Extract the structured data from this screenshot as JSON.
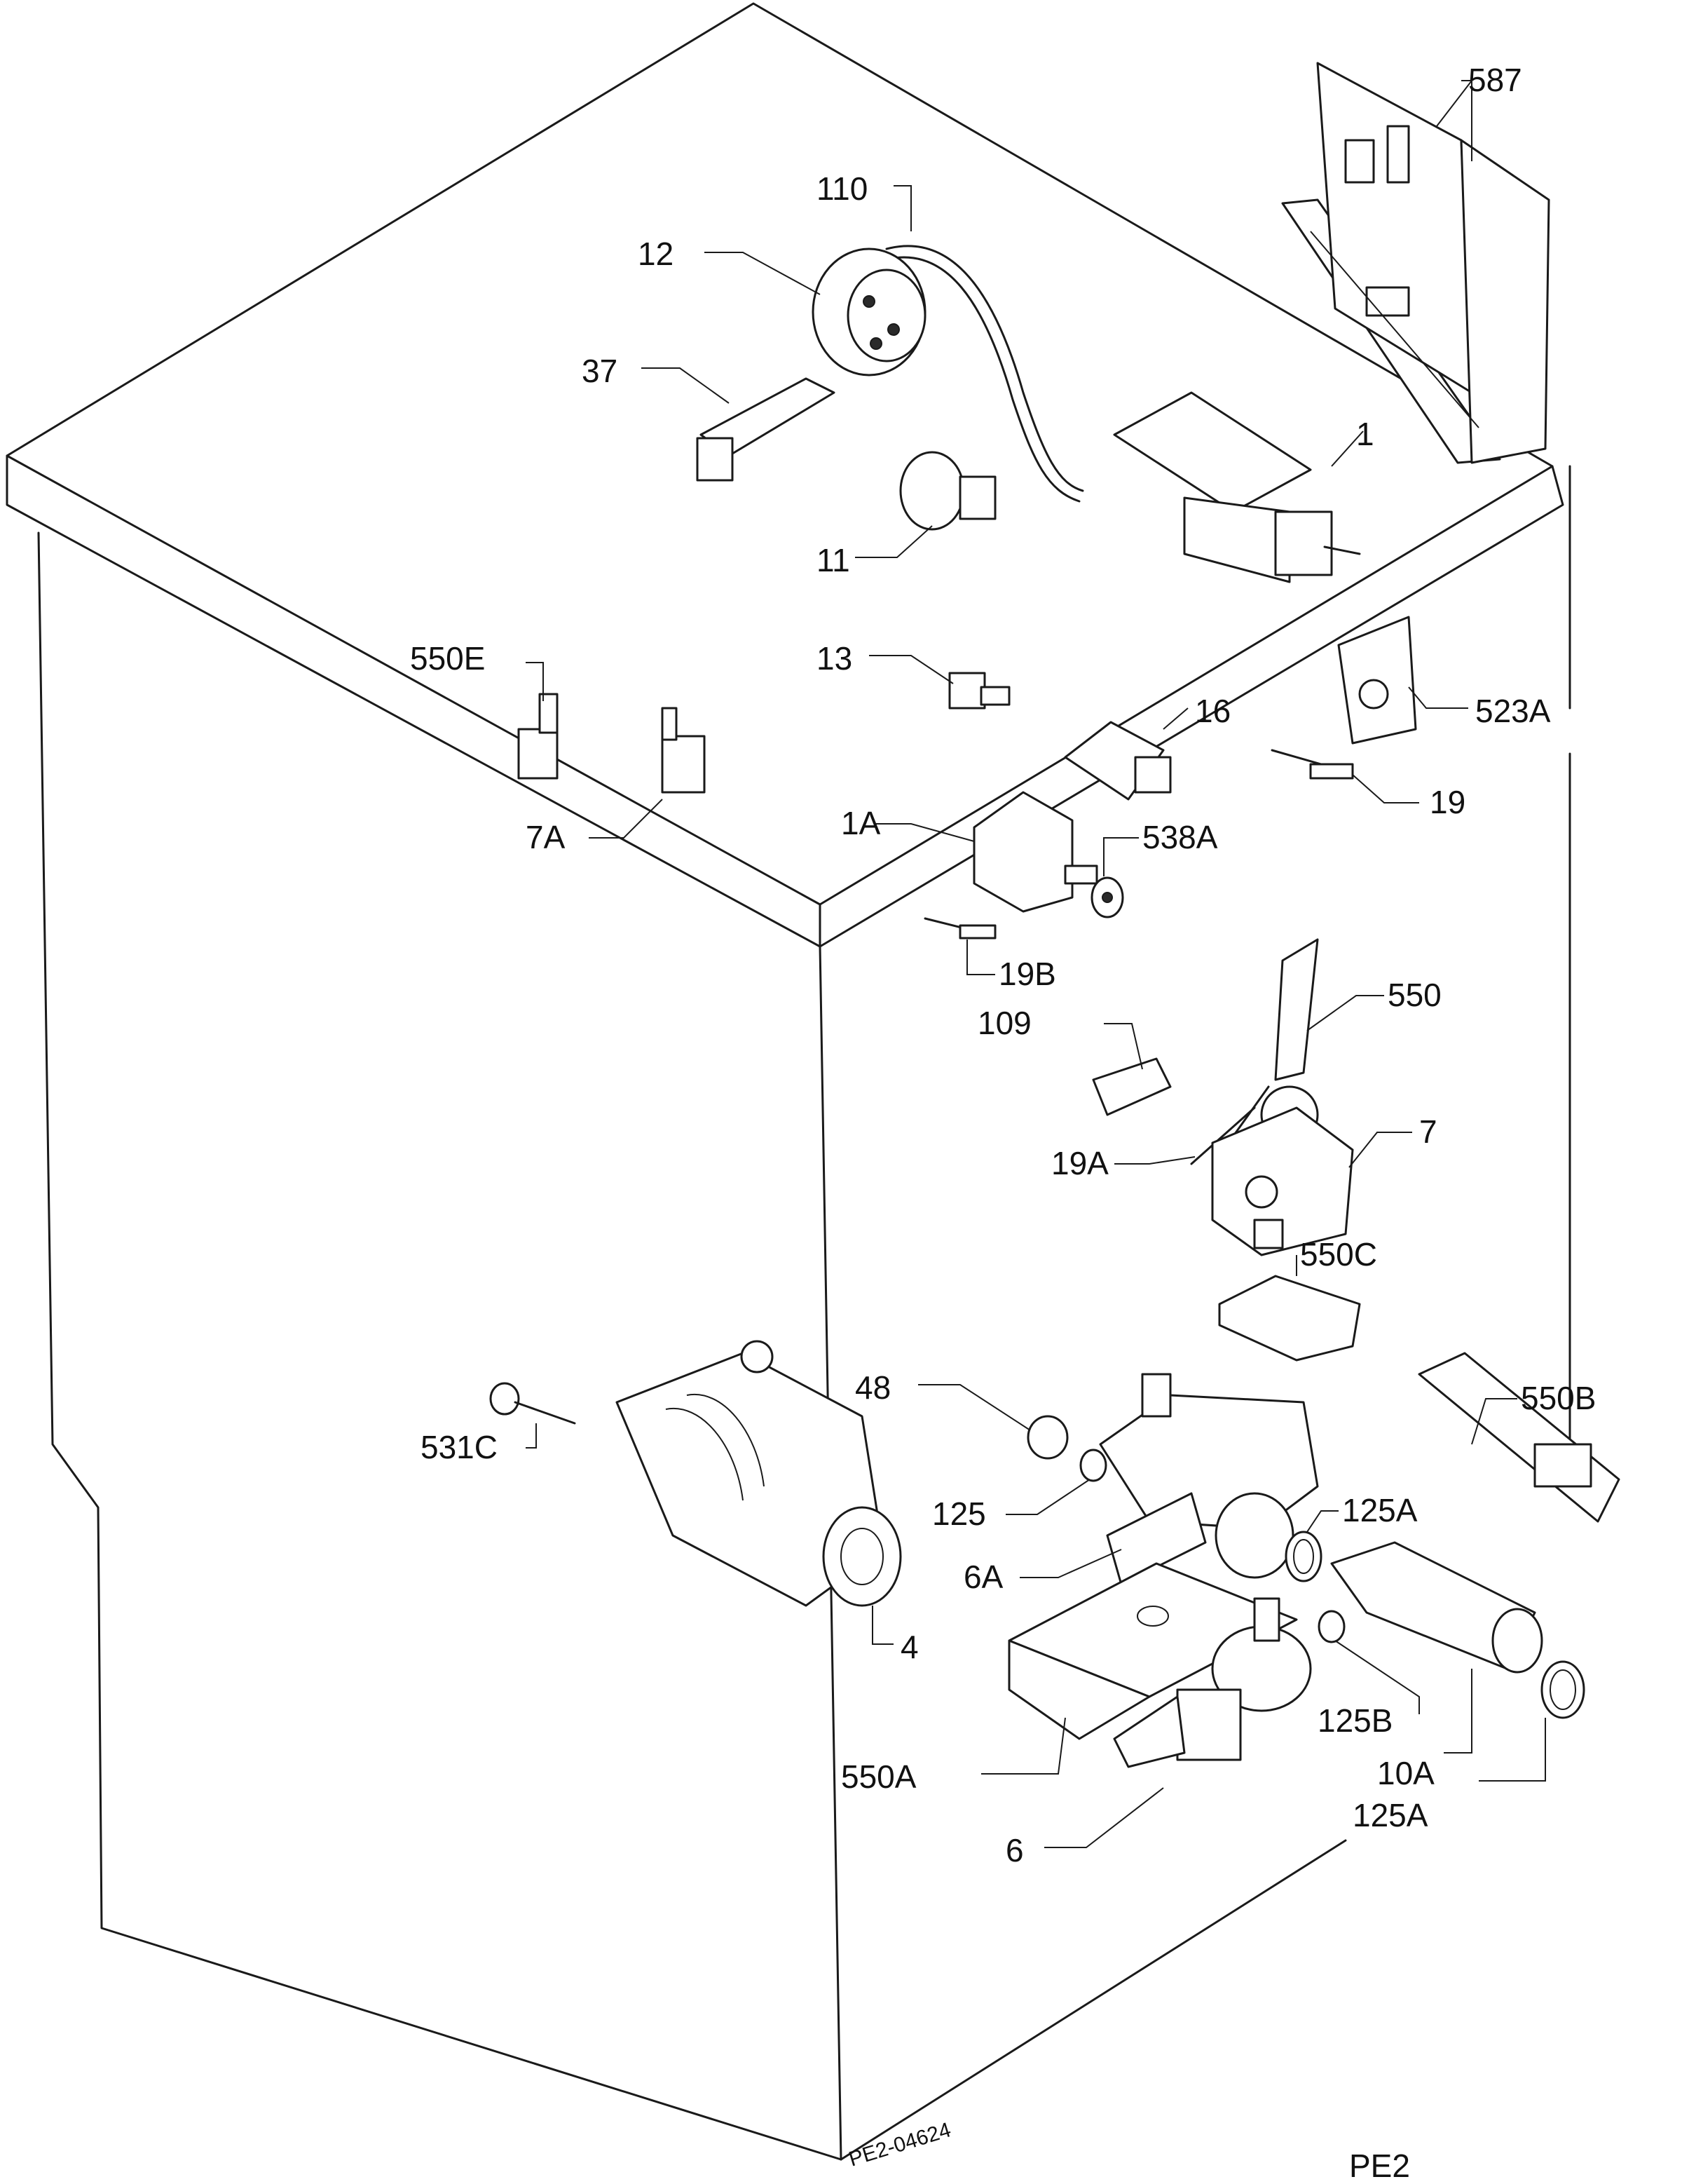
{
  "drawing_code": "PE2-04624",
  "page_code": "PE2",
  "labels": [
    {
      "id": "587",
      "text": "587"
    },
    {
      "id": "110",
      "text": "110"
    },
    {
      "id": "12",
      "text": "12"
    },
    {
      "id": "37",
      "text": "37"
    },
    {
      "id": "1",
      "text": "1"
    },
    {
      "id": "11",
      "text": "11"
    },
    {
      "id": "550E",
      "text": "550E"
    },
    {
      "id": "13",
      "text": "13"
    },
    {
      "id": "16",
      "text": "16"
    },
    {
      "id": "523A",
      "text": "523A"
    },
    {
      "id": "19",
      "text": "19"
    },
    {
      "id": "7A",
      "text": "7A"
    },
    {
      "id": "1A",
      "text": "1A"
    },
    {
      "id": "538A",
      "text": "538A"
    },
    {
      "id": "19B",
      "text": "19B"
    },
    {
      "id": "550",
      "text": "550"
    },
    {
      "id": "109",
      "text": "109"
    },
    {
      "id": "19A",
      "text": "19A"
    },
    {
      "id": "7",
      "text": "7"
    },
    {
      "id": "550C",
      "text": "550C"
    },
    {
      "id": "48",
      "text": "48"
    },
    {
      "id": "550B",
      "text": "550B"
    },
    {
      "id": "531C",
      "text": "531C"
    },
    {
      "id": "125",
      "text": "125"
    },
    {
      "id": "125A_1",
      "text": "125A"
    },
    {
      "id": "6A",
      "text": "6A"
    },
    {
      "id": "4",
      "text": "4"
    },
    {
      "id": "125B",
      "text": "125B"
    },
    {
      "id": "550A",
      "text": "550A"
    },
    {
      "id": "10A",
      "text": "10A"
    },
    {
      "id": "125A_2",
      "text": "125A"
    },
    {
      "id": "6",
      "text": "6"
    }
  ]
}
